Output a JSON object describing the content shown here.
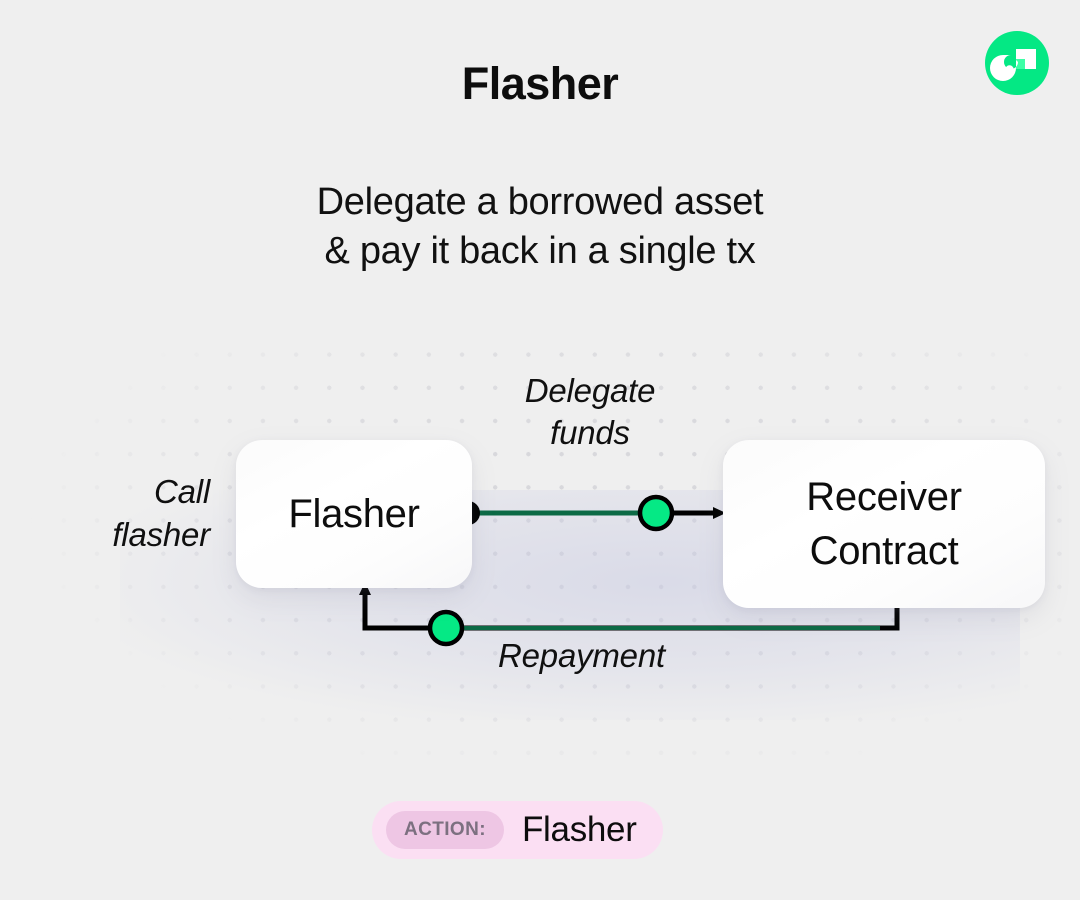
{
  "header": {
    "title": "Flasher",
    "subtitle_lines": [
      "Delegate a borrowed asset",
      "& pay it back in a single tx"
    ],
    "logo_icon": "flashloan-f-logo-icon"
  },
  "diagram": {
    "nodes": {
      "flasher": {
        "label": "Flasher"
      },
      "receiver": {
        "label_lines": [
          "Receiver",
          "Contract"
        ]
      }
    },
    "labels": {
      "call_flasher_lines": [
        "Call",
        "flasher"
      ],
      "delegate_funds_lines": [
        "Delegate",
        "funds"
      ],
      "repayment": "Repayment"
    },
    "icons": {
      "delegate_arrow": "arrow-right-icon",
      "repayment_arrow": "arrow-up-icon",
      "flasher_port": "connector-dot-icon",
      "receiver_port": "connector-dot-icon",
      "delegate_token": "green-token-node-icon",
      "repayment_token": "green-token-node-icon"
    }
  },
  "action": {
    "chip_label": "ACTION:",
    "value": "Flasher"
  },
  "colors": {
    "background": "#efefef",
    "brand_green": "#04E884",
    "token_green": "#05E985",
    "token_stroke": "#000000",
    "wire": "#000000",
    "wire_green": "#0c6a45",
    "badge_bg": "#fbdff3",
    "badge_chip_bg": "#eec6e4",
    "badge_chip_text": "#7c7080",
    "text": "#0d0d0d",
    "dot_grid": "#d8d8dc"
  }
}
